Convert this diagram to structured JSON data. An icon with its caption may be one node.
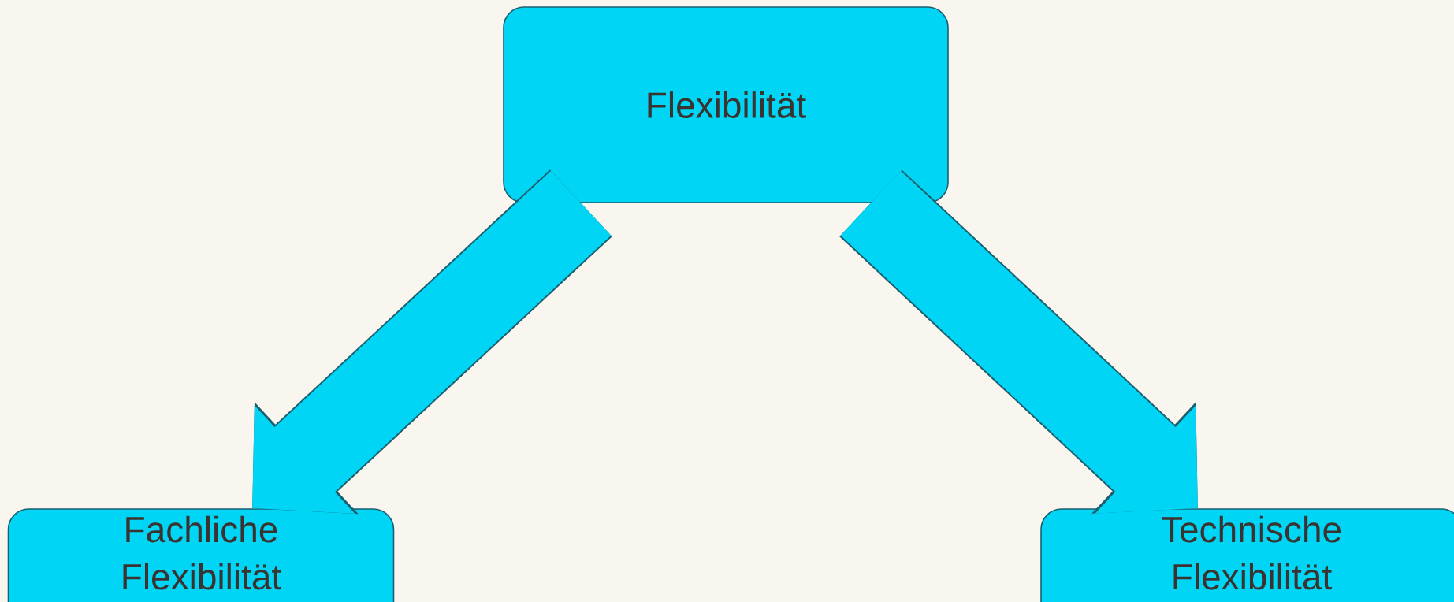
{
  "diagram": {
    "nodes": [
      {
        "text": [
          "Flexibilität"
        ]
      },
      {
        "text": [
          "Fachliche Flexibilität"
        ]
      },
      {
        "text": [
          "Technische Flexibilität"
        ]
      }
    ],
    "edges": [
      {
        "from": 0,
        "to": 1,
        "arrow": "to"
      },
      {
        "from": 0,
        "to": 2,
        "arrow": "to"
      }
    ]
  }
}
